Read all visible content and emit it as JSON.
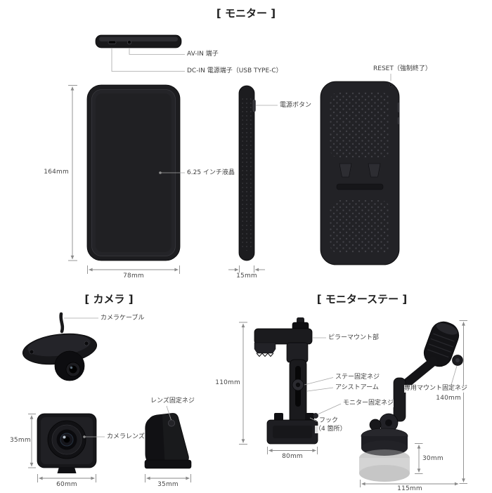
{
  "monitor": {
    "title": "[ モニター ]",
    "labels": {
      "av_in": "AV-IN 端子",
      "dc_in": "DC-IN 電源端子（USB TYPE-C）",
      "power": "電源ボタン",
      "lcd": "6.25 インチ液晶",
      "reset": "RESET（強制終了）"
    },
    "dims": {
      "height": "164mm",
      "width": "78mm",
      "depth": "15mm"
    }
  },
  "camera": {
    "title": "[ カメラ ]",
    "labels": {
      "cable": "カメラケーブル",
      "lens": "カメラレンズ",
      "lens_screw": "レンズ固定ネジ"
    },
    "dims": {
      "front_height": "35mm",
      "front_width": "60mm",
      "side_depth": "35mm"
    }
  },
  "stay": {
    "title": "[ モニターステー ]",
    "labels": {
      "pillar_mount": "ピラーマウント部",
      "stay_screw": "ステー固定ネジ",
      "assist_arm": "アシストアーム",
      "monitor_screw": "モニター固定ネジ",
      "hook": "フック",
      "hook_count": "（4 箇所）",
      "mount_screw": "専用マウント固定ネジ"
    },
    "dims": {
      "arm_height": "110mm",
      "plate_width": "80mm",
      "mount_height": "140mm",
      "mount_width": "115mm",
      "base_adjust": "30mm"
    }
  },
  "colors": {
    "background": "#ffffff",
    "product_body": "#1c1c1e",
    "dimension_line": "#8a8a8a",
    "label_text": "#3d3d3d"
  }
}
